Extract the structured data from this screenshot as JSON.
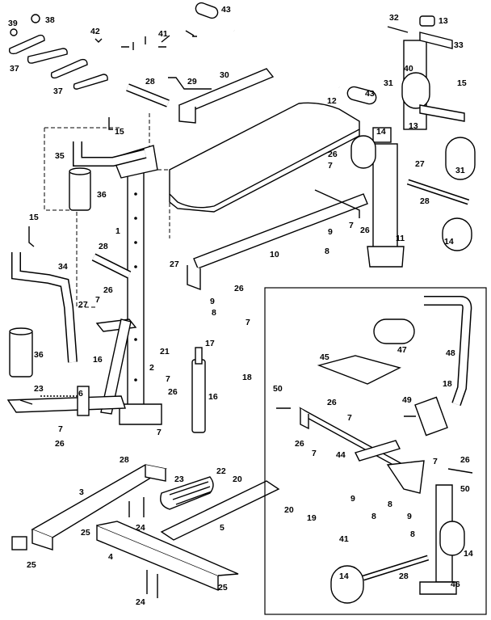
{
  "diagram": {
    "callouts": [
      "1",
      "2",
      "3",
      "4",
      "5",
      "6",
      "7",
      "8",
      "9",
      "10",
      "11",
      "12",
      "13",
      "14",
      "15",
      "16",
      "17",
      "18",
      "19",
      "20",
      "21",
      "22",
      "23",
      "24",
      "25",
      "26",
      "27",
      "28",
      "29",
      "30",
      "31",
      "32",
      "33",
      "34",
      "35",
      "36",
      "37",
      "38",
      "39",
      "40",
      "41",
      "42",
      "43",
      "44",
      "45",
      "46",
      "47",
      "48",
      "49",
      "50"
    ]
  }
}
